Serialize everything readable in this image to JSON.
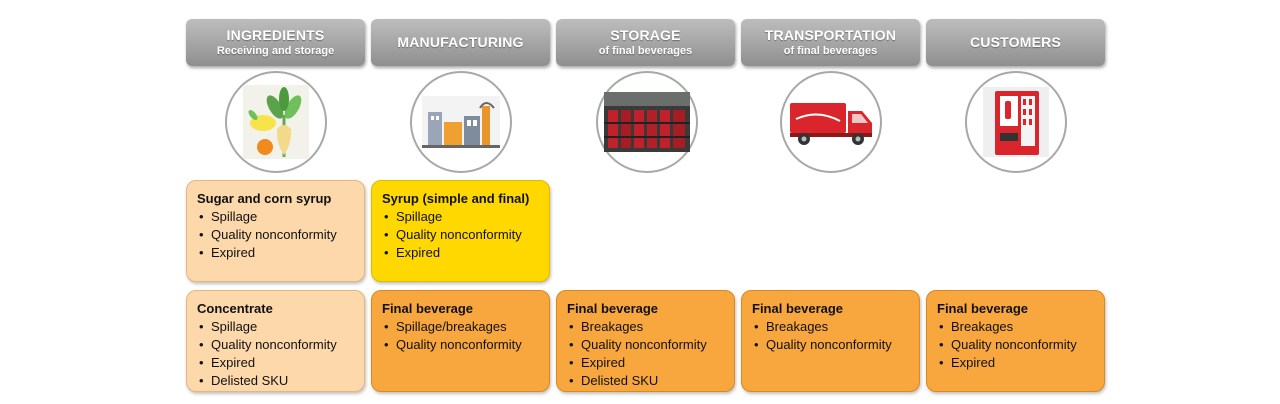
{
  "stages": [
    {
      "title": "INGREDIENTS",
      "subtitle": "Receiving and storage",
      "icon": "plants-icon"
    },
    {
      "title": "MANUFACTURING",
      "subtitle": "",
      "icon": "factory-icon"
    },
    {
      "title": "STORAGE",
      "subtitle": "of final beverages",
      "icon": "warehouse-icon"
    },
    {
      "title": "TRANSPORTATION",
      "subtitle": "of final beverages",
      "icon": "truck-icon"
    },
    {
      "title": "CUSTOMERS",
      "subtitle": "",
      "icon": "vending-machine-icon"
    }
  ],
  "row1": [
    {
      "title": "Sugar and corn syrup",
      "items": [
        "Spillage",
        "Quality nonconformity",
        "Expired"
      ],
      "color": "#fcd8ab"
    },
    {
      "title": "Syrup (simple and final)",
      "items": [
        "Spillage",
        "Quality nonconformity",
        "Expired"
      ],
      "color": "#ffd800"
    }
  ],
  "row2": [
    {
      "title": "Concentrate",
      "items": [
        "Spillage",
        "Quality nonconformity",
        "Expired",
        "Delisted SKU"
      ],
      "color": "#fcd8ab"
    },
    {
      "title": "Final beverage",
      "items": [
        "Spillage/breakages",
        "Quality nonconformity"
      ],
      "color": "#f7a73e"
    },
    {
      "title": "Final beverage",
      "items": [
        "Breakages",
        "Quality nonconformity",
        "Expired",
        "Delisted SKU"
      ],
      "color": "#f7a73e"
    },
    {
      "title": "Final beverage",
      "items": [
        "Breakages",
        "Quality nonconformity"
      ],
      "color": "#f7a73e"
    },
    {
      "title": "Final beverage",
      "items": [
        "Breakages",
        "Quality nonconformity",
        "Expired"
      ],
      "color": "#f7a73e"
    }
  ]
}
